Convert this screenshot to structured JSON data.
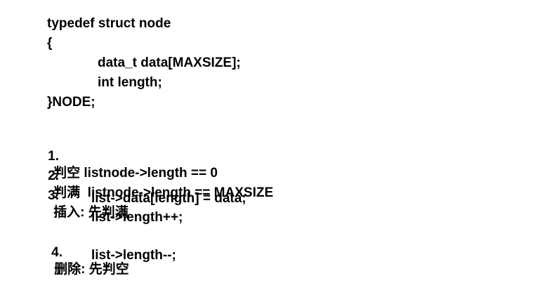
{
  "code_block": {
    "line1": "typedef struct node",
    "line2": "{",
    "line3": "data_t data[MAXSIZE];",
    "line4": "int length;",
    "line5": "}NODE;"
  },
  "list": {
    "item1": {
      "number": "1.",
      "text": "判空 listnode->length == 0"
    },
    "item2": {
      "number": "2.",
      "text": "判满  listnode->length == MAXSIZE"
    },
    "item3": {
      "number": "3.",
      "text": "插入: 先判满",
      "sub1": "list->data[length] = data;",
      "sub2": "list->length++;"
    },
    "item4": {
      "number": "4.",
      "text": "删除: 先判空",
      "sub1": "list->length--;"
    }
  }
}
